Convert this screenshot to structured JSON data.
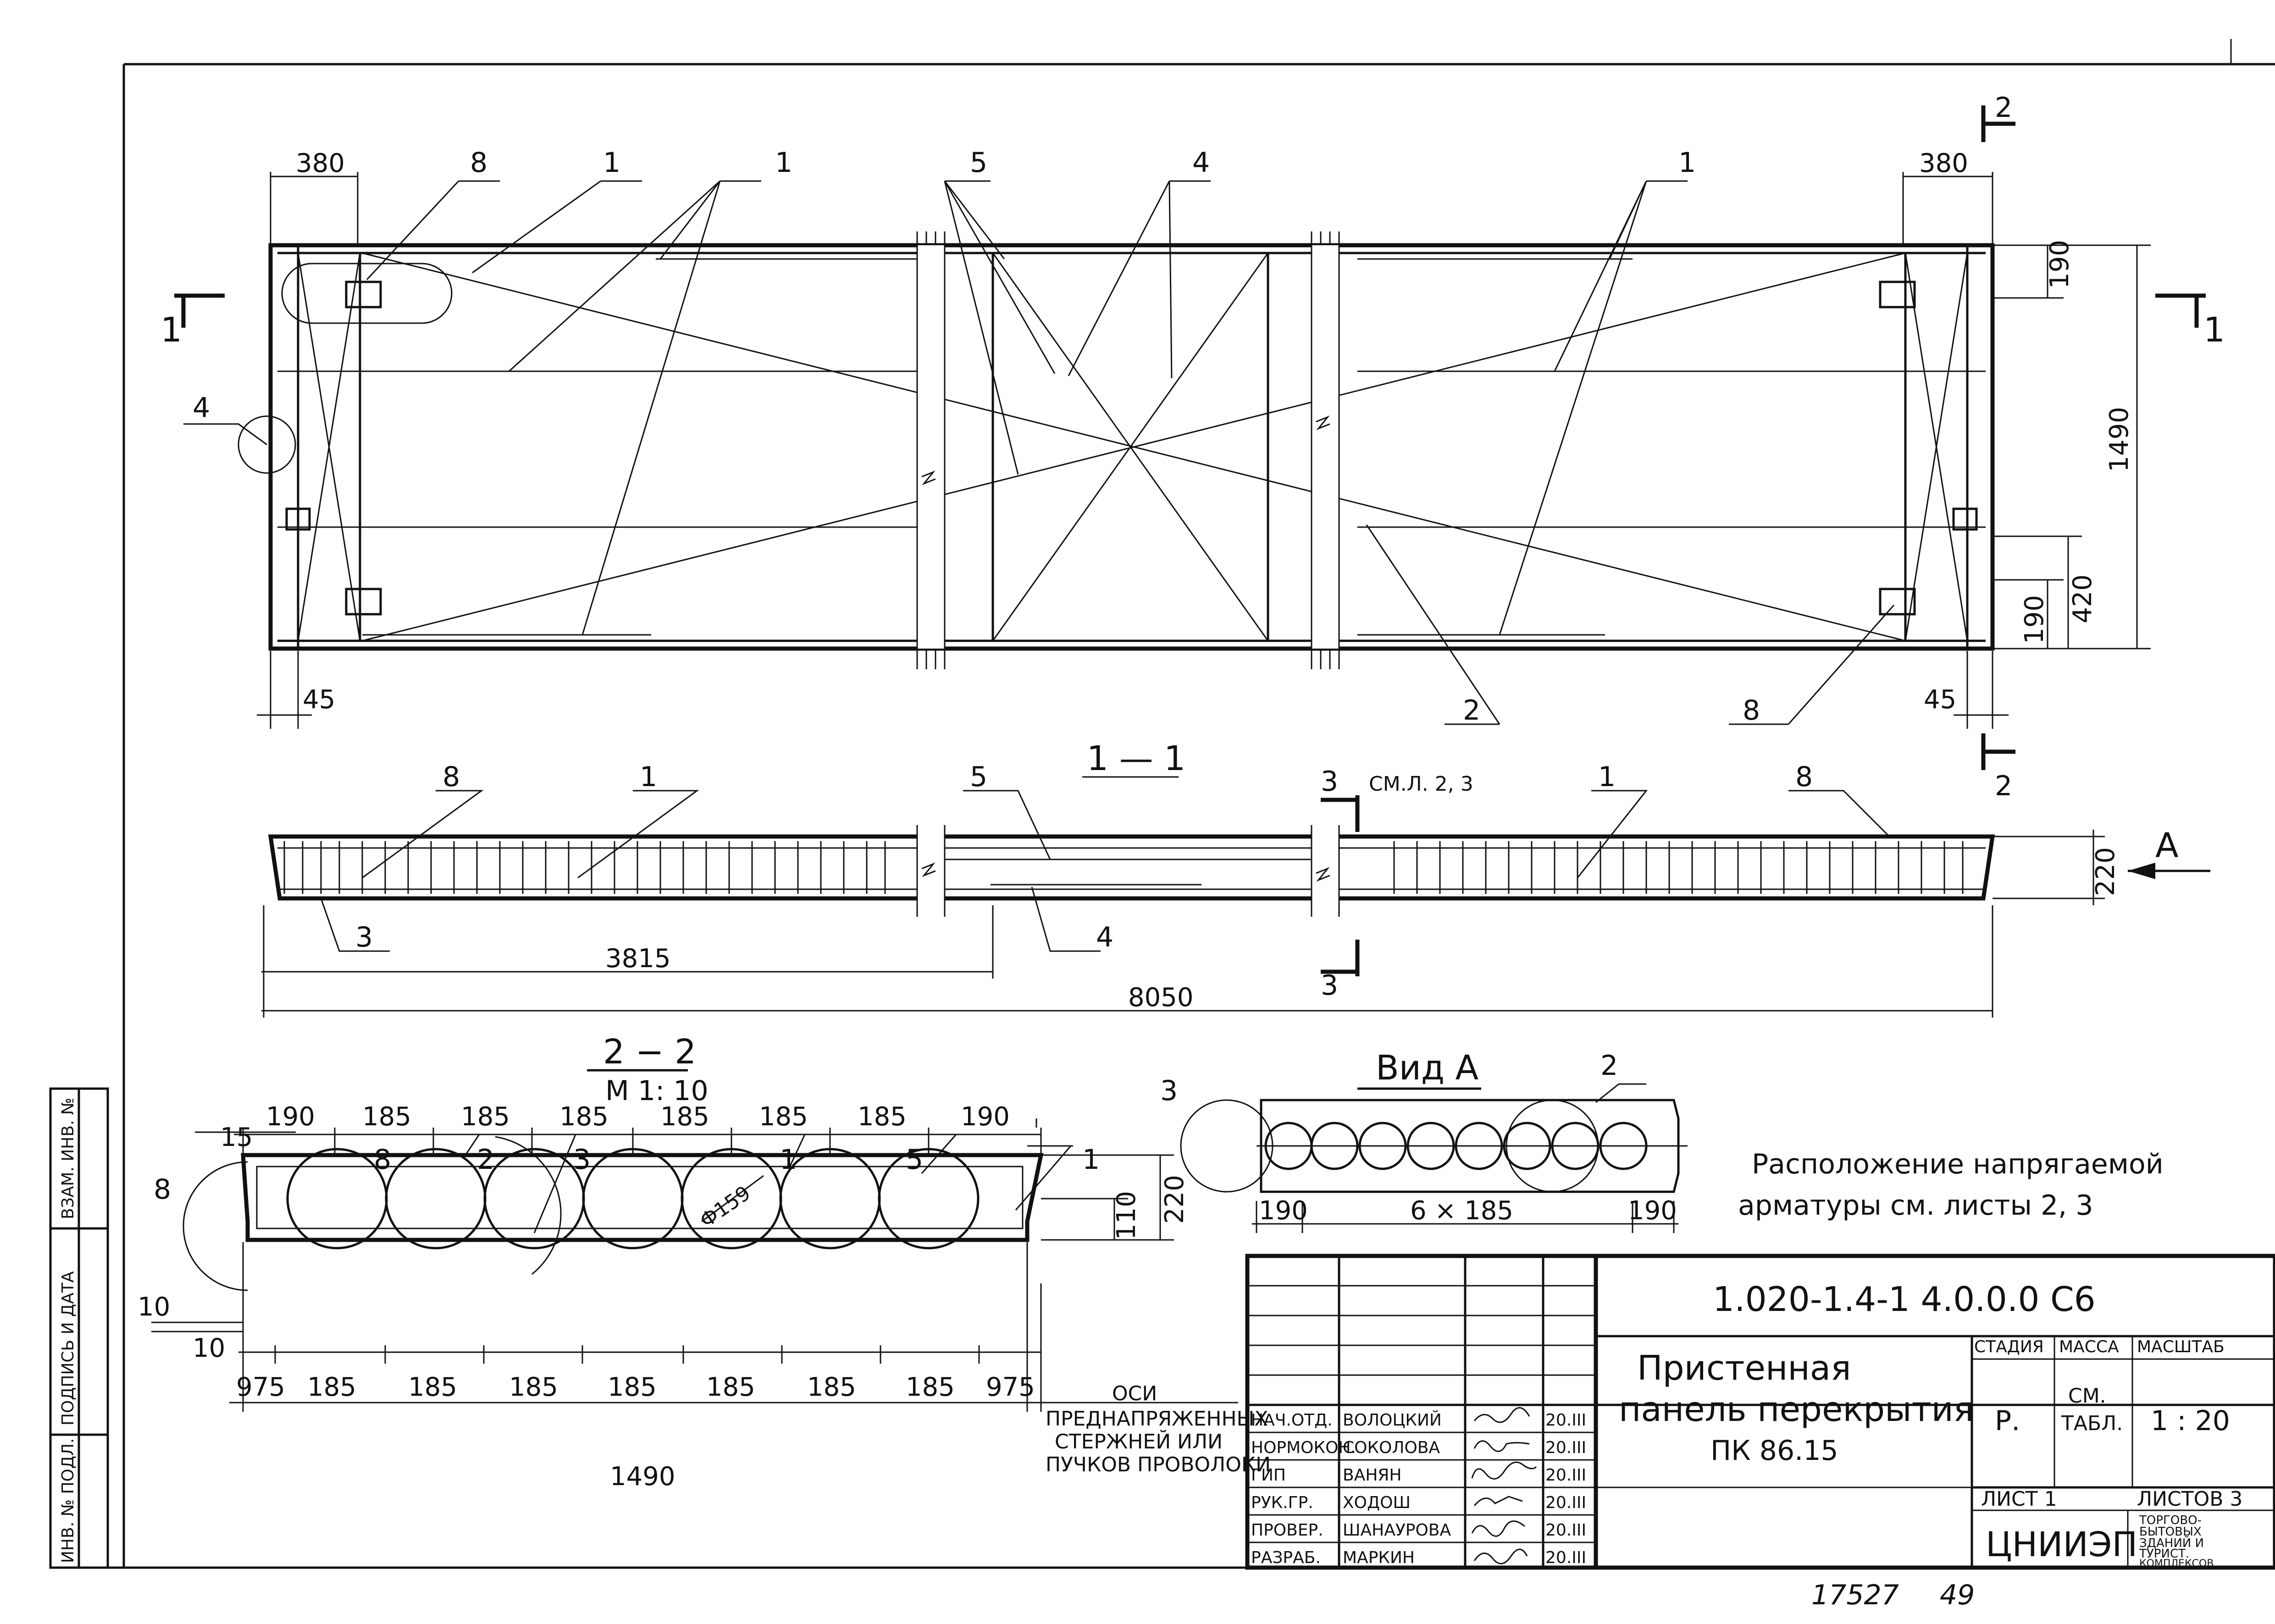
{
  "labels": {
    "plan": {
      "l380a": "380",
      "l380b": "380",
      "l8": "8",
      "l1a": "1",
      "l1b": "1",
      "l1c": "1",
      "l5": "5",
      "l4": "4",
      "l2": "2",
      "l8b": "8",
      "l4left": "4",
      "d190": "190",
      "d1490": "1490",
      "d190b": "190",
      "d420": "420",
      "d45a": "45",
      "d45b": "45",
      "sec1L": "1",
      "sec1R": "1",
      "sec2T": "2",
      "sec2B": "2"
    },
    "section11": {
      "title": "1 — 1",
      "l8": "8",
      "l1": "1",
      "l5": "5",
      "l1b": "1",
      "l8b": "8",
      "l3": "3",
      "l4": "4",
      "d3815": "3815",
      "d8050": "8050",
      "d220": "220",
      "sec3T": "3",
      "sec3B": "3",
      "sec3ref": "СМ.Л. 2, 3",
      "viewA": "А"
    },
    "section22": {
      "title": "2 − 2",
      "scale": "М 1: 10",
      "top_dims": [
        "190",
        "185",
        "185",
        "185",
        "185",
        "185",
        "185",
        "190"
      ],
      "bottom_dims": [
        "975",
        "185",
        "185",
        "185",
        "185",
        "185",
        "185",
        "185",
        "975"
      ],
      "d15": "15",
      "d10a": "10",
      "d10b": "10",
      "d110": "110",
      "d220": "220",
      "d1490": "1490",
      "dia": "Ф159",
      "l8a": "8",
      "l8b": "8",
      "l2": "2",
      "l3": "3",
      "l1a": "1",
      "l5": "5",
      "l1b": "1",
      "axis_note": [
        "ОСИ",
        "ПРЕДНАПРЯЖЕННЫХ",
        "СТЕРЖНЕЙ ИЛИ",
        "ПУЧКОВ ПРОВОЛОКИ"
      ]
    },
    "viewA": {
      "title": "Вид А",
      "l3": "3",
      "l2": "2",
      "d190a": "190",
      "d6x185": "6 × 185",
      "d190b": "190"
    },
    "note": [
      "Расположение напрягаемой",
      "арматуры см. листы 2, 3"
    ]
  },
  "title_block": {
    "doc_code": "1.020-1.4-1   4.0.0.0 С6",
    "name": [
      "Пристенная",
      "панель перекрытия",
      "ПК 86.15"
    ],
    "headers": [
      "СТАДИЯ",
      "МАССА",
      "МАСШТАБ"
    ],
    "stage": "Р.",
    "mass": [
      "СМ.",
      "ТАБЛ."
    ],
    "scale": "1 : 20",
    "sheet": "ЛИСТ 1",
    "sheets": "ЛИСТОВ 3",
    "org": "ЦНИИЭП",
    "org_sub": [
      "ТОРГОВО-",
      "БЫТОВЫХ",
      "ЗДАНИЙ И",
      "ТУРИСТ.",
      "КОМПЛЕКСОВ"
    ],
    "signatures": [
      {
        "role": "НАЧ.ОТД.",
        "name": "ВОЛОЦКИЙ",
        "date": "20.III"
      },
      {
        "role": "НОРМОКОН.",
        "name": "СОКОЛОВА",
        "date": "20.III"
      },
      {
        "role": "ГИП",
        "name": "ВАНЯН",
        "date": "20.III"
      },
      {
        "role": "РУК.ГР.",
        "name": "ХОДОШ",
        "date": "20.III"
      },
      {
        "role": "ПРОВЕР.",
        "name": "ШАНАУРОВА",
        "date": "20.III"
      },
      {
        "role": "РАЗРАБ.",
        "name": "МАРКИН",
        "date": "20.III"
      }
    ]
  },
  "margin": {
    "stamp1": "ВЗАМ. ИНВ. №",
    "stamp2": "ПОДПИСЬ И ДАТА",
    "stamp3": "ИНВ. № ПОДЛ."
  },
  "footer": {
    "inv": "17527",
    "page": "49"
  }
}
